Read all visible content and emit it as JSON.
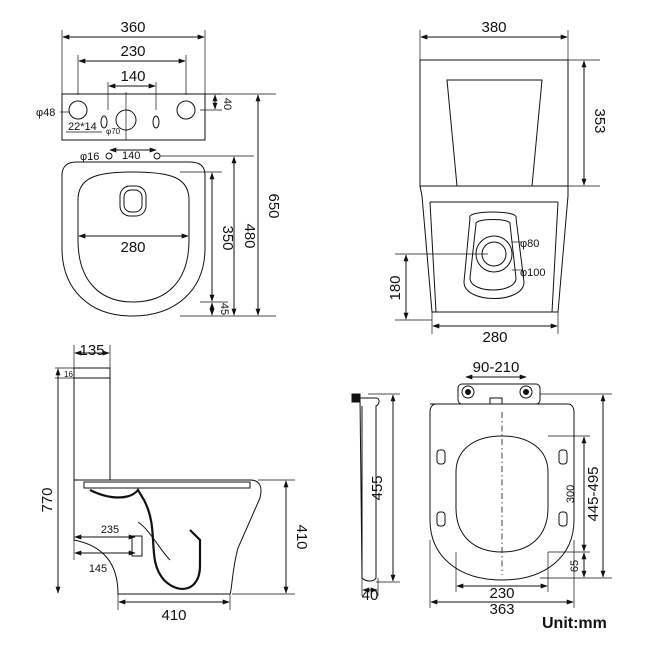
{
  "top_view": {
    "width_overall": "360",
    "hole_spacing_outer": "230",
    "hole_spacing_inner": "140",
    "hole_diameter": "φ48",
    "slot_size": "22*14",
    "center_hole": "φ70",
    "tank_depth": "40",
    "fixing_hole": "φ16",
    "fixing_spacing": "140",
    "bowl_width": "280",
    "bowl_length": "350",
    "center_length": "480",
    "total_length": "650",
    "front_offset": "45"
  },
  "front_view": {
    "width_top": "380",
    "tank_height": "353",
    "outlet_diameter": "φ80",
    "outlet_outer": "φ100",
    "outlet_height": "180",
    "base_width": "280"
  },
  "side_view": {
    "tank_depth": "135",
    "lid_thickness": "16",
    "total_height": "770",
    "outlet_offset_1": "235",
    "outlet_offset_2": "145",
    "depth": "410",
    "bowl_height": "410"
  },
  "seat_view": {
    "hinge_range": "90-210",
    "seat_height": "455",
    "seat_thickness": "40",
    "inner_length": "300",
    "length_range": "445-495",
    "rear_offset": "65",
    "inner_width": "230",
    "outer_width": "363"
  },
  "unit_label": "Unit:mm"
}
